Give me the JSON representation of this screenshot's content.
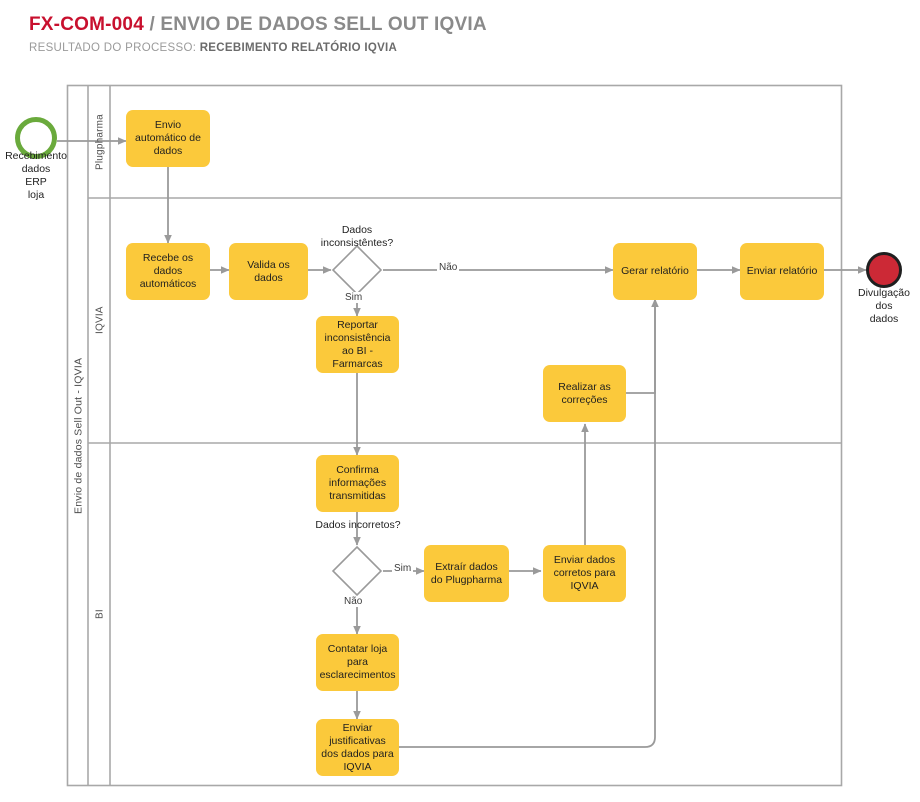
{
  "header": {
    "code": "FX-COM-004",
    "separator": " / ",
    "name": "ENVIO DE DADOS SELL OUT IQVIA",
    "subtitle_prefix": "RESULTADO DO PROCESSO:",
    "subtitle_value": "RECEBIMENTO RELATÓRIO IQVIA",
    "code_color": "#c8102e",
    "name_color": "#8a8a8a"
  },
  "pool": {
    "label": "Envio de dados Sell Out - IQVIA",
    "lanes": [
      {
        "id": "plugpharma",
        "label": "Plugpharma"
      },
      {
        "id": "iqvia",
        "label": "IQVIA"
      },
      {
        "id": "bi",
        "label": "BI"
      }
    ]
  },
  "events": {
    "start": {
      "label": "Recebimento\ndados\nERP\nloja",
      "color": "#6aaa3c",
      "type": "start-event"
    },
    "end": {
      "label": "Divulgação\ndos\ndados",
      "color": "#cc2936",
      "border_color": "#1f1f1f",
      "type": "end-event"
    }
  },
  "tasks": {
    "envio_automatico": "Envio automático\nde dados",
    "recebe_dados": "Recebe os dados\nautomáticos",
    "valida_dados": "Valida os dados",
    "gerar_relatorio": "Gerar relatório",
    "enviar_relatorio": "Enviar relatório",
    "reportar_inconsistencia": "Reportar\ninconsistência ao\nBI - Farmarcas",
    "realizar_correcoes": "Realizar as\ncorreções",
    "confirma_informacoes": "Confirma\ninformações\ntransmitidas",
    "extrair_dados": "Extraír dados do\nPlugpharma",
    "enviar_dados_corretos": "Enviar dados\ncorretos para\nIQVIA",
    "contatar_loja": "Contatar loja para\nesclarecimentos",
    "enviar_justificativas": "Enviar\njustificativas dos\ndados para IQVIA",
    "task_color": "#fbc93b"
  },
  "gateways": {
    "dados_inconsistentes": {
      "caption": "Dados\ninconsistêntes?"
    },
    "dados_incorretos": {
      "caption": "Dados incorretos?"
    }
  },
  "edge_labels": {
    "gw1_nao": "Não",
    "gw1_sim": "Sim",
    "gw2_sim": "Sim",
    "gw2_nao": "Não"
  }
}
